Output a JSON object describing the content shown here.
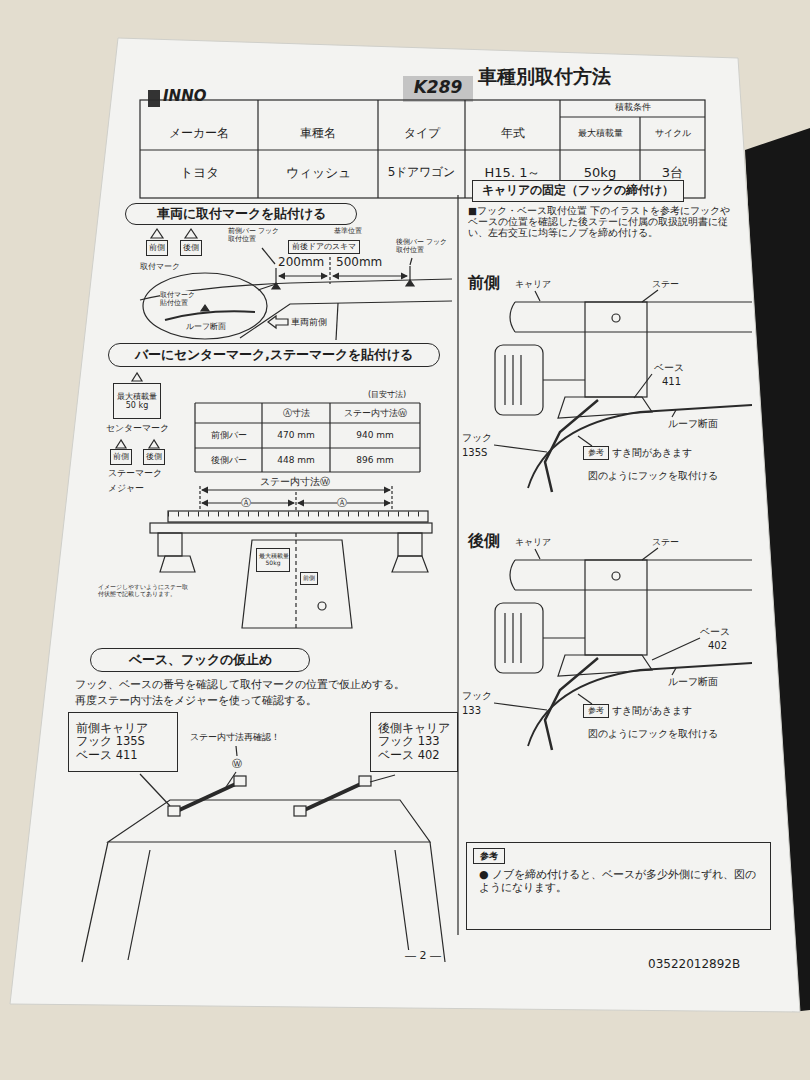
{
  "diagram": {
    "title": "車種別取付方法",
    "nodes": [
      {
        "text": [
          "車両に取付マークを貼付ける"
        ]
      },
      {
        "text": [
          "前側"
        ]
      },
      {
        "text": [
          "後側"
        ]
      },
      {
        "text": [
          "前後ドアのスキマ"
        ]
      },
      {
        "text": [
          "バーにセンターマーク,ステーマークを貼付ける"
        ]
      },
      {
        "text": [
          "最大積載量",
          "50 kg"
        ]
      },
      {
        "text": [
          "前側"
        ]
      },
      {
        "text": [
          "後側"
        ]
      },
      {
        "text": [
          "最大積載量",
          "50kg"
        ]
      },
      {
        "text": [
          "前側"
        ]
      },
      {
        "text": [
          "ベース、フックの仮止め"
        ]
      },
      {
        "text": [
          "前側キャリア",
          "フック 135S ベース 411"
        ]
      },
      {
        "text": [
          "後側キャリア",
          "フック 133 ベース 402"
        ]
      },
      {
        "text": [
          "キャリアの固定（フックの締付け）"
        ]
      },
      {
        "text": [
          "参考"
        ]
      },
      {
        "text": [
          "参考"
        ]
      },
      {
        "text": [
          "● ノブを締め付けると、ベースが多少外側にずれ、図のようになります。"
        ]
      },
      {
        "text": [
          "参考"
        ],
        "in": 16
      }
    ],
    "labels": [
      "INNO",
      "K289",
      "メーカー名",
      "車種名",
      "タイプ",
      "年式",
      "積載条件",
      "最大積載量",
      "サイクル",
      "トヨタ",
      "ウィッシュ",
      "5ドアワゴン",
      "H15. 1～",
      "50kg",
      "3台",
      "取付マーク",
      "前側バー フック取付位置",
      "基準位置",
      "200mm",
      "500mm",
      "後側バー フック取付位置",
      "取付マーク貼付位置",
      "ルーフ断面",
      "車両前側",
      "センターマーク",
      "ステーマーク",
      "メジャー",
      "(目安寸法)",
      "Ⓐ寸法",
      "ステー内寸法Ⓦ",
      "前側バー",
      "470 mm",
      "940 mm",
      "後側バー",
      "448 mm",
      "896 mm",
      "ステー内寸法Ⓦ",
      "Ⓐ",
      "Ⓐ",
      "イメージしやすいようにステー取付状態で記載してあります。",
      "フック、ベースの番号を確認して取付マークの位置で仮止めする。",
      "再度ステー内寸法をメジャーを使って確認する。",
      "ステー内寸法再確認！",
      "Ⓦ",
      "■フック・ベース取付位置 下のイラストを参考にフックやベースの位置を確認した後ステーに付属の取扱説明書に従い、左右交互に均等にノブを締め付ける。",
      "前側",
      "キャリア",
      "ステー",
      "ベース",
      "411",
      "フック",
      "135S",
      "ルーフ断面",
      "すき間があきます",
      "図のようにフックを取付ける",
      "後側",
      "キャリア",
      "ステー",
      "ベース",
      "402",
      "ルーフ断面",
      "フック",
      "133",
      "すき間があきます",
      "図のようにフックを取付ける",
      "― 2 ―",
      "03522012892B"
    ]
  }
}
